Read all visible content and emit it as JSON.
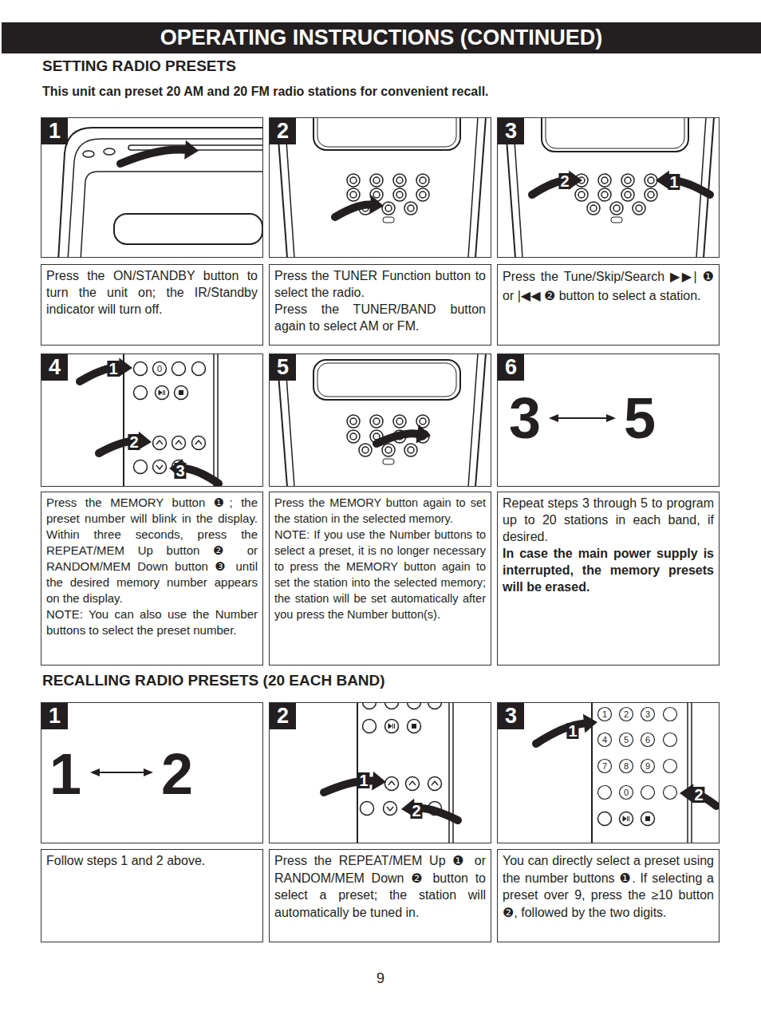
{
  "diagram": {
    "title": "OPERATING INSTRUCTIONS (CONTINUED)",
    "nodes": [
      {
        "text": [
          "1"
        ]
      },
      {
        "text": [
          "2"
        ]
      },
      {
        "text": [
          "3"
        ]
      },
      {
        "text": [
          "Press the ON/STANDBY button to turn the unit on; the IR/Standby indicator will turn off."
        ]
      },
      {
        "text": [
          "Press the TUNER Function button to select the radio.",
          "Press the TUNER/BAND button again to select AM or FM."
        ]
      },
      {
        "text": [
          "Press the Tune/Skip/Search ▶▶| ❶ or |◀◀ ❷ button to select a station."
        ]
      },
      {
        "text": [
          "4"
        ]
      },
      {
        "text": [
          "5"
        ]
      },
      {
        "text": [
          "6",
          "3",
          "5"
        ]
      },
      {
        "text": [
          "Press the MEMORY button ❶; the preset number will blink in the display. Within three seconds, press the REPEAT/MEM Up button ❷ or RANDOM/MEM Down button ❸ until the desired memory number appears on the display.",
          "NOTE: You can also use the Number buttons to select the preset number."
        ]
      },
      {
        "text": [
          "Press the MEMORY button again to set the station in the selected memory.",
          "NOTE: If you use the Number buttons to select a preset, it is no longer necessary to press the MEMORY button again to set the station into the selected memory; the station will be set automatically after you press the Number button(s)."
        ]
      },
      {
        "text": [
          "Repeat steps 3 through 5 to program up to 20 stations in each band, if desired.",
          "In case the main power supply is interrupted, the memory presets will be erased."
        ]
      },
      {
        "text": [
          "1",
          "1",
          "2"
        ]
      },
      {
        "text": [
          "2"
        ]
      },
      {
        "text": [
          "3"
        ]
      },
      {
        "text": [
          "Follow steps 1 and 2 above."
        ]
      },
      {
        "text": [
          "Press the REPEAT/MEM Up ❶ or RANDOM/MEM Down ❷ button to select a preset; the station will automatically be tuned in."
        ]
      },
      {
        "text": [
          "You can directly select a preset using the number buttons ❶. If selecting a preset over 9, press the ≥10 button ❷, followed by the two digits."
        ]
      }
    ],
    "labels": [
      "SETTING RADIO PRESETS",
      "This unit can preset 20 AM and 20 FM radio stations for convenient recall.",
      "2",
      "1",
      "1",
      "0",
      "2",
      "3",
      "RECALLING RADIO PRESETS (20 EACH BAND)",
      "1",
      "2",
      "1",
      "2",
      "3",
      "4",
      "5",
      "6",
      "7",
      "8",
      "9",
      "0",
      "1",
      "2",
      "9"
    ]
  }
}
